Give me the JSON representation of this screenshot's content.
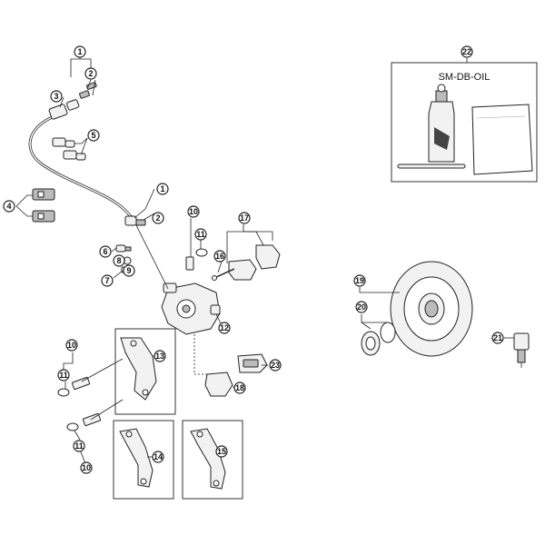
{
  "callouts": [
    {
      "id": "c1a",
      "label": "1"
    },
    {
      "id": "c2a",
      "label": "2"
    },
    {
      "id": "c3",
      "label": "3"
    },
    {
      "id": "c5",
      "label": "5"
    },
    {
      "id": "c4",
      "label": "4"
    },
    {
      "id": "c1b",
      "label": "1"
    },
    {
      "id": "c2b",
      "label": "2"
    },
    {
      "id": "c6",
      "label": "6"
    },
    {
      "id": "c8",
      "label": "8"
    },
    {
      "id": "c9",
      "label": "9"
    },
    {
      "id": "c7",
      "label": "7"
    },
    {
      "id": "c10a",
      "label": "10"
    },
    {
      "id": "c11a",
      "label": "11"
    },
    {
      "id": "c17",
      "label": "17"
    },
    {
      "id": "c16",
      "label": "16"
    },
    {
      "id": "c12",
      "label": "12"
    },
    {
      "id": "c10b",
      "label": "10"
    },
    {
      "id": "c11b",
      "label": "11"
    },
    {
      "id": "c13",
      "label": "13"
    },
    {
      "id": "c23",
      "label": "23"
    },
    {
      "id": "c18",
      "label": "18"
    },
    {
      "id": "c11c",
      "label": "11"
    },
    {
      "id": "c10c",
      "label": "10"
    },
    {
      "id": "c14",
      "label": "14"
    },
    {
      "id": "c15",
      "label": "15"
    },
    {
      "id": "c22",
      "label": "22"
    },
    {
      "id": "c19",
      "label": "19"
    },
    {
      "id": "c20",
      "label": "20"
    },
    {
      "id": "c21",
      "label": "21"
    }
  ],
  "oil_kit": {
    "label": "SM-DB-OIL"
  }
}
